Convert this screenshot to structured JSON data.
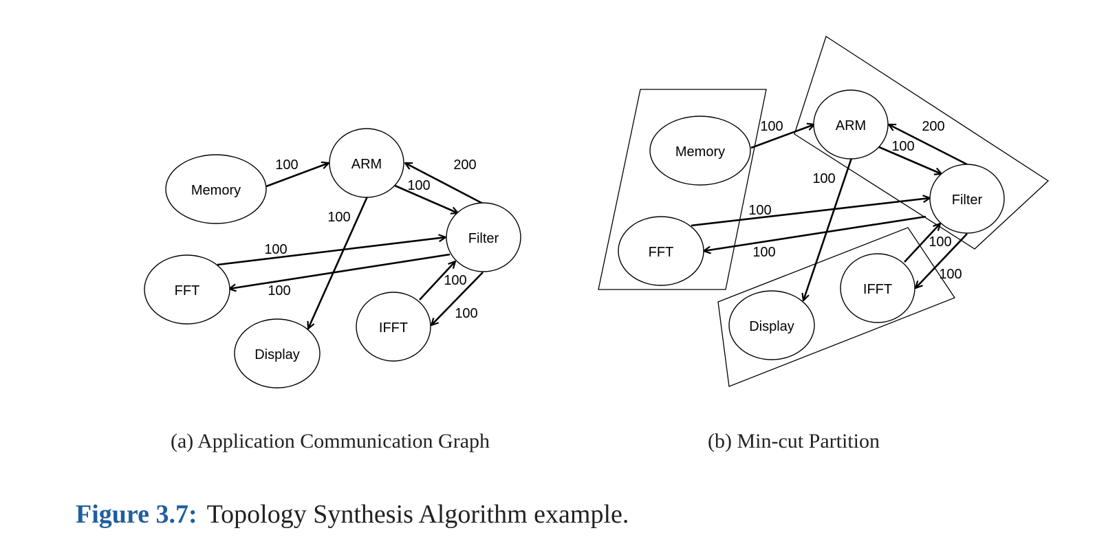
{
  "panel_a": {
    "subcaption": "(a) Application Communication Graph",
    "nodes": {
      "memory": "Memory",
      "arm": "ARM",
      "filter": "Filter",
      "fft": "FFT",
      "ifft": "IFFT",
      "display": "Display"
    },
    "edges": {
      "memory_arm": "100",
      "filter_arm": "200",
      "arm_filter": "100",
      "arm_display": "100",
      "fft_filter": "100",
      "filter_fft": "100",
      "ifft_filter": "100",
      "filter_ifft": "100"
    }
  },
  "panel_b": {
    "subcaption": "(b) Min-cut Partition",
    "nodes": {
      "memory": "Memory",
      "arm": "ARM",
      "filter": "Filter",
      "fft": "FFT",
      "ifft": "IFFT",
      "display": "Display"
    },
    "edges": {
      "memory_arm": "100",
      "filter_arm": "200",
      "arm_filter": "100",
      "arm_display": "100",
      "fft_filter": "100",
      "filter_fft": "100",
      "ifft_filter": "100",
      "filter_ifft": "100"
    }
  },
  "caption": {
    "figure_number": "Figure 3.7:",
    "text": "Topology Synthesis Algorithm example."
  }
}
